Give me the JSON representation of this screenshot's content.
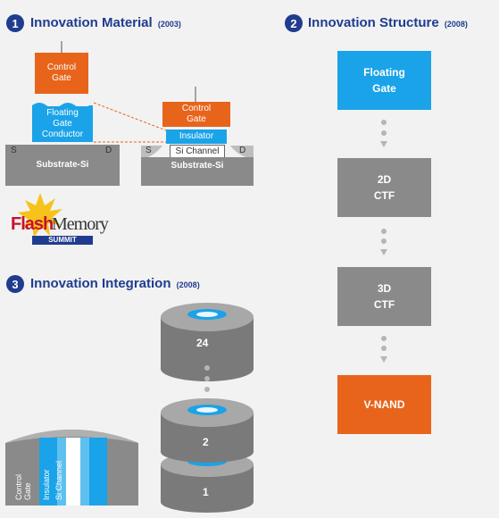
{
  "section1": {
    "number": "1",
    "title": "Innovation Material",
    "year": "(2003)",
    "left_gate": "Control\nGate",
    "floating_gate": "Floating\nGate\nConductor",
    "left_substrate": "Substrate-Si",
    "right_gate": "Control\nGate",
    "insulator": "Insulator",
    "si_channel": "Si Channel",
    "right_substrate": "Substrate-Si",
    "source": "S",
    "drain": "D",
    "logo_text1": "Flash",
    "logo_text2": "Memory",
    "logo_sub": "SUMMIT"
  },
  "section2": {
    "number": "2",
    "title": "Innovation Structure",
    "year": "(2008)",
    "steps": [
      "Floating\nGate",
      "2D\nCTF",
      "3D\nCTF",
      "V-NAND"
    ]
  },
  "section3": {
    "number": "3",
    "title": "Innovation Integration",
    "year": "(2008)",
    "layers": [
      "24",
      "2",
      "1"
    ],
    "cross_labels": [
      "Control\nGate",
      "Insulator",
      "Si Channel"
    ]
  },
  "colors": {
    "orange": "#e8641b",
    "blue": "#1aa3e8",
    "gray": "#8a8a8a",
    "navy": "#1f3c8f"
  }
}
